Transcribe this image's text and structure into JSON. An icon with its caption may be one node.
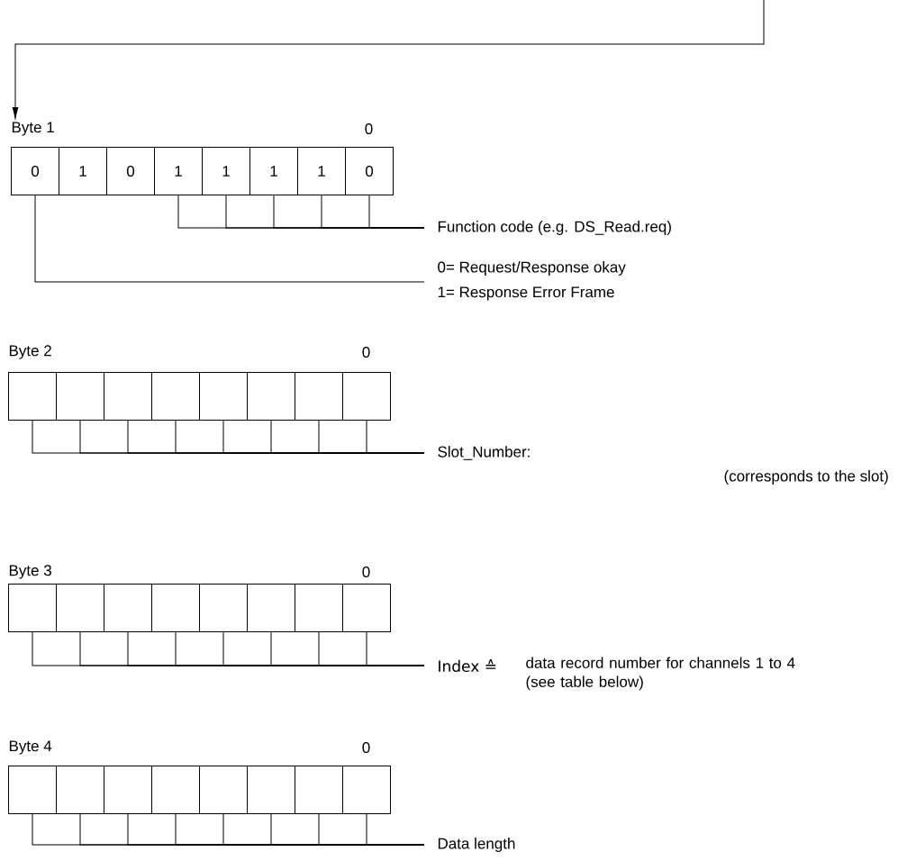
{
  "diagram": {
    "nodes": [
      {
        "text": [
          "Byte 1",
          "0"
        ]
      },
      {
        "text": [
          "0"
        ],
        "in": 0
      },
      {
        "text": [
          "1"
        ],
        "in": 0
      },
      {
        "text": [
          "0"
        ],
        "in": 0
      },
      {
        "text": [
          "1"
        ],
        "in": 0
      },
      {
        "text": [
          "1"
        ],
        "in": 0
      },
      {
        "text": [
          "1"
        ],
        "in": 0
      },
      {
        "text": [
          "1"
        ],
        "in": 0
      },
      {
        "text": [
          "0"
        ],
        "in": 0
      },
      {
        "text": [
          "Function code (e.g. DS_Read.req)"
        ]
      },
      {
        "text": [
          "0= Request/Response okay",
          "1= Response Error Frame"
        ]
      },
      {
        "text": [
          "Byte 2",
          "0"
        ]
      },
      {
        "text": [],
        "shape": "box",
        "in": 11
      },
      {
        "text": [],
        "shape": "box",
        "in": 11
      },
      {
        "text": [],
        "shape": "box",
        "in": 11
      },
      {
        "text": [],
        "shape": "box",
        "in": 11
      },
      {
        "text": [],
        "shape": "box",
        "in": 11
      },
      {
        "text": [],
        "shape": "box",
        "in": 11
      },
      {
        "text": [],
        "shape": "box",
        "in": 11
      },
      {
        "text": [],
        "shape": "box",
        "in": 11
      },
      {
        "text": [
          "Slot_Number:",
          "(corresponds to the slot)"
        ]
      },
      {
        "text": [
          "Byte 3",
          "0"
        ]
      },
      {
        "text": [],
        "shape": "box",
        "in": 21
      },
      {
        "text": [],
        "shape": "box",
        "in": 21
      },
      {
        "text": [],
        "shape": "box",
        "in": 21
      },
      {
        "text": [],
        "shape": "box",
        "in": 21
      },
      {
        "text": [],
        "shape": "box",
        "in": 21
      },
      {
        "text": [],
        "shape": "box",
        "in": 21
      },
      {
        "text": [],
        "shape": "box",
        "in": 21
      },
      {
        "text": [],
        "shape": "box",
        "in": 21
      },
      {
        "text": [
          "Index ≙",
          "data record number for channels 1 to 4 (see table below)"
        ]
      },
      {
        "text": [
          "Byte 4",
          "0"
        ]
      },
      {
        "text": [],
        "shape": "box",
        "in": 31
      },
      {
        "text": [],
        "shape": "box",
        "in": 31
      },
      {
        "text": [],
        "shape": "box",
        "in": 31
      },
      {
        "text": [],
        "shape": "box",
        "in": 31
      },
      {
        "text": [],
        "shape": "box",
        "in": 31
      },
      {
        "text": [],
        "shape": "box",
        "in": 31
      },
      {
        "text": [],
        "shape": "box",
        "in": 31
      },
      {
        "text": [],
        "shape": "box",
        "in": 31
      },
      {
        "text": [
          "Data length"
        ]
      }
    ],
    "edges": [
      {
        "from": null,
        "to": 0,
        "arrow": "to"
      },
      {
        "from": 4,
        "to": 9,
        "arrow": "none"
      },
      {
        "from": 5,
        "to": 9,
        "arrow": "none"
      },
      {
        "from": 6,
        "to": 9,
        "arrow": "none"
      },
      {
        "from": 7,
        "to": 9,
        "arrow": "none"
      },
      {
        "from": 8,
        "to": 9,
        "arrow": "none"
      },
      {
        "from": 1,
        "to": 10,
        "arrow": "none"
      },
      {
        "from": 12,
        "to": 20,
        "arrow": "none"
      },
      {
        "from": 13,
        "to": 20,
        "arrow": "none"
      },
      {
        "from": 14,
        "to": 20,
        "arrow": "none"
      },
      {
        "from": 15,
        "to": 20,
        "arrow": "none"
      },
      {
        "from": 16,
        "to": 20,
        "arrow": "none"
      },
      {
        "from": 17,
        "to": 20,
        "arrow": "none"
      },
      {
        "from": 18,
        "to": 20,
        "arrow": "none"
      },
      {
        "from": 19,
        "to": 20,
        "arrow": "none"
      },
      {
        "from": 22,
        "to": 30,
        "arrow": "none"
      },
      {
        "from": 23,
        "to": 30,
        "arrow": "none"
      },
      {
        "from": 24,
        "to": 30,
        "arrow": "none"
      },
      {
        "from": 25,
        "to": 30,
        "arrow": "none"
      },
      {
        "from": 26,
        "to": 30,
        "arrow": "none"
      },
      {
        "from": 27,
        "to": 30,
        "arrow": "none"
      },
      {
        "from": 28,
        "to": 30,
        "arrow": "none"
      },
      {
        "from": 29,
        "to": 30,
        "arrow": "none"
      },
      {
        "from": 32,
        "to": 40,
        "arrow": "none"
      },
      {
        "from": 33,
        "to": 40,
        "arrow": "none"
      },
      {
        "from": 34,
        "to": 40,
        "arrow": "none"
      },
      {
        "from": 35,
        "to": 40,
        "arrow": "none"
      },
      {
        "from": 36,
        "to": 40,
        "arrow": "none"
      },
      {
        "from": 37,
        "to": 40,
        "arrow": "none"
      },
      {
        "from": 38,
        "to": 40,
        "arrow": "none"
      },
      {
        "from": 39,
        "to": 40,
        "arrow": "none"
      }
    ]
  }
}
